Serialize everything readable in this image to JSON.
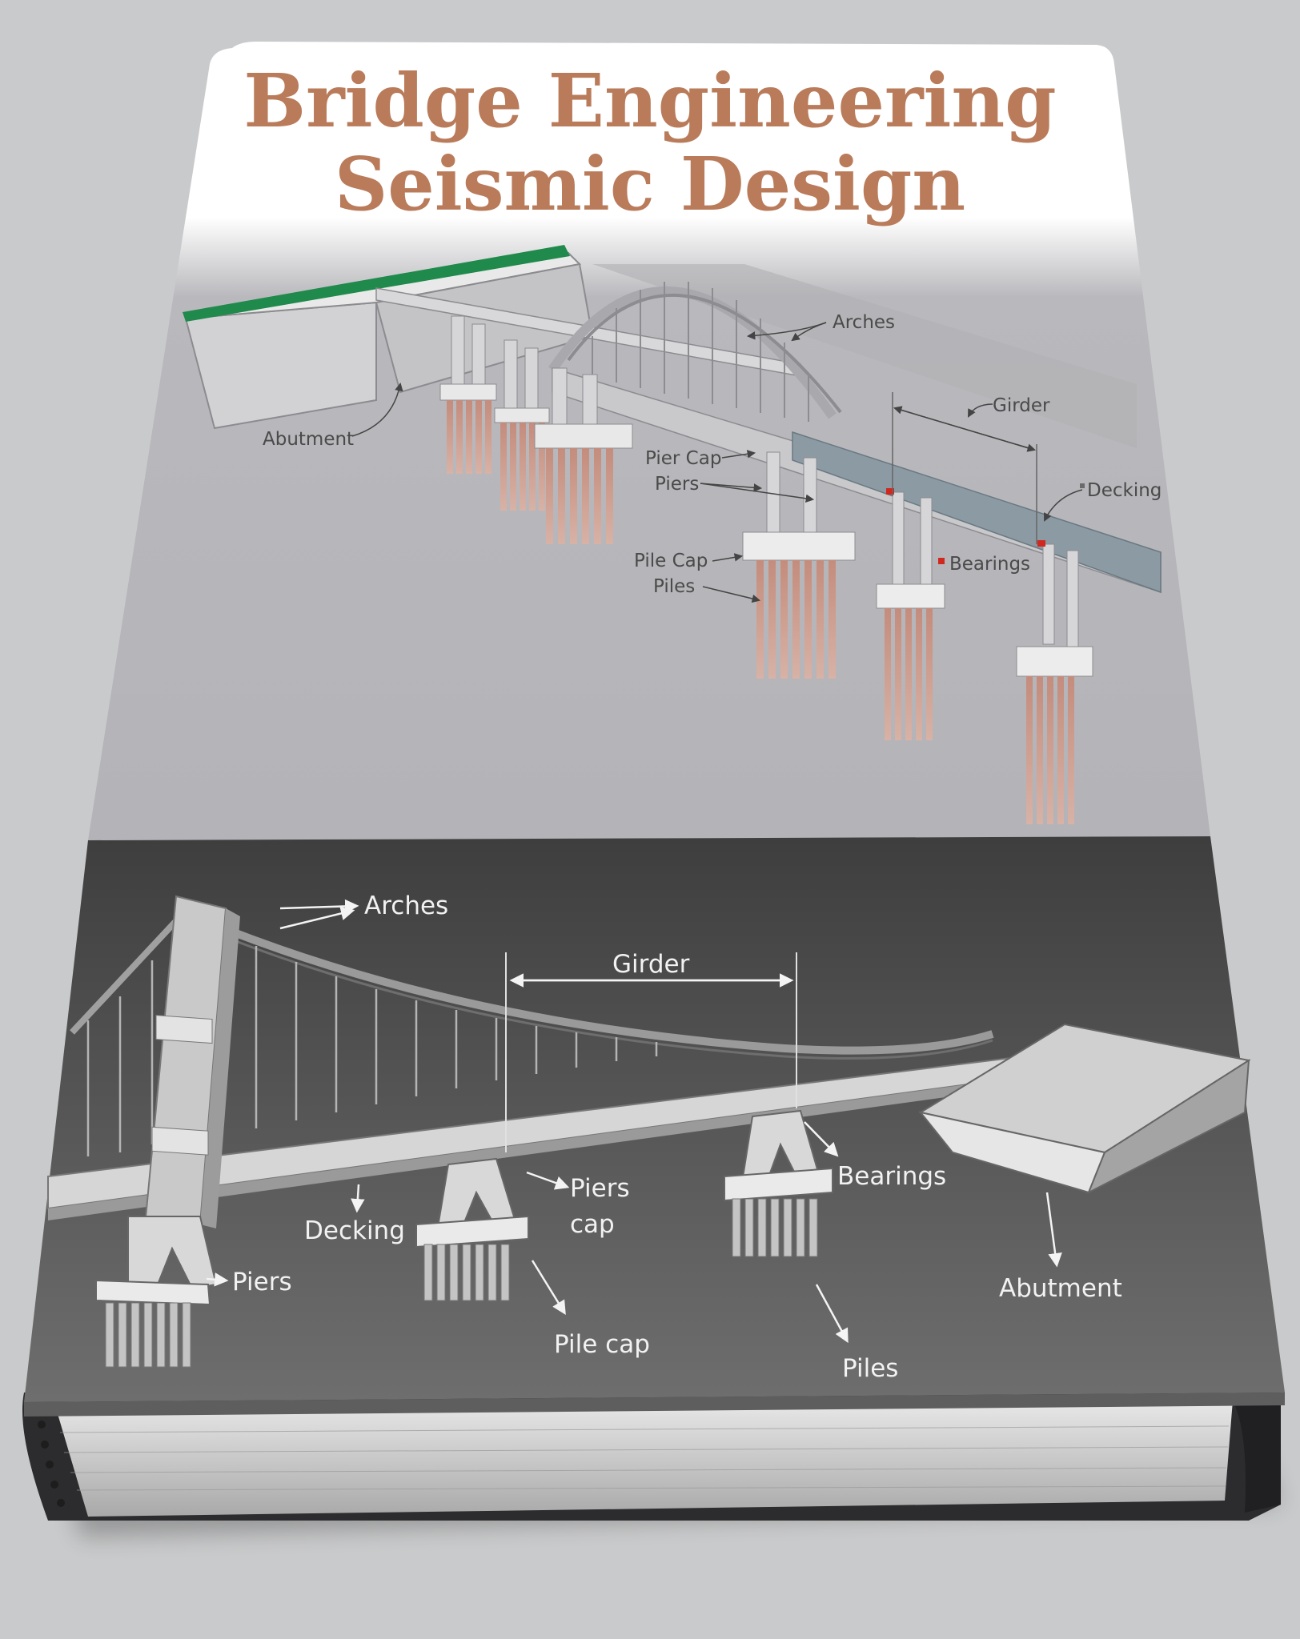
{
  "book": {
    "title_line1": "Bridge Engineering",
    "title_line2": "Seismic Design"
  },
  "top_diagram": {
    "labels": {
      "arches": "Arches",
      "girder": "Girder",
      "decking": "Decking",
      "abutment": "Abutment",
      "pier_cap": "Pier Cap",
      "piers": "Piers",
      "bearings": "Bearings",
      "pile_cap": "Pile Cap",
      "piles": "Piles"
    }
  },
  "bottom_diagram": {
    "labels": {
      "arches": "Arches",
      "girder": "Girder",
      "piers_cap_line1": "Piers",
      "piers_cap_line2": "cap",
      "bearings": "Bearings",
      "decking": "Decking",
      "piers": "Piers",
      "abutment": "Abutment",
      "pile_cap": "Pile cap",
      "piles": "Piles"
    }
  },
  "colors": {
    "background": "#c9cacb",
    "title": "#b97b5a",
    "piles": "#c9978a",
    "grass": "#1f8a4c",
    "bearing_marker": "#d0281e",
    "bottom_panel": "#4a4a4a"
  }
}
